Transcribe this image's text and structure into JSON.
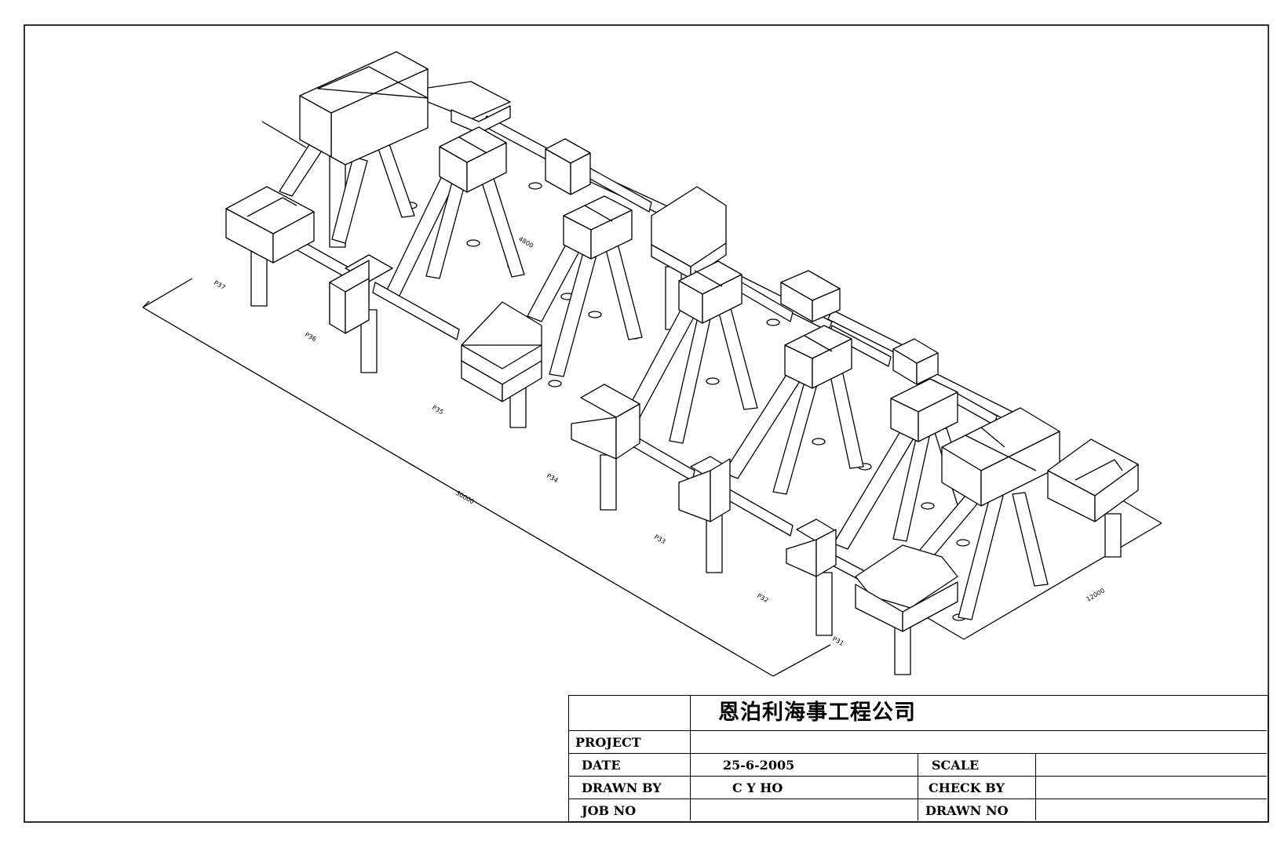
{
  "drawing": {
    "pier_labels": [
      "P37",
      "P36",
      "P35",
      "P34",
      "P33",
      "P32",
      "P31"
    ],
    "dimension_labels": [
      "30000",
      "12000",
      "4800"
    ]
  },
  "title_block": {
    "company": "恩泊利海事工程公司",
    "project_label": "PROJECT",
    "project_value": "",
    "date_label": "DATE",
    "date_value": "25-6-2005",
    "scale_label": "SCALE",
    "scale_value": "",
    "drawn_by_label": "DRAWN BY",
    "drawn_by_value": "C Y HO",
    "check_by_label": "CHECK BY",
    "check_by_value": "",
    "job_no_label": "JOB NO",
    "job_no_value": "",
    "drawn_no_label": "DRAWN NO",
    "drawn_no_value": ""
  }
}
